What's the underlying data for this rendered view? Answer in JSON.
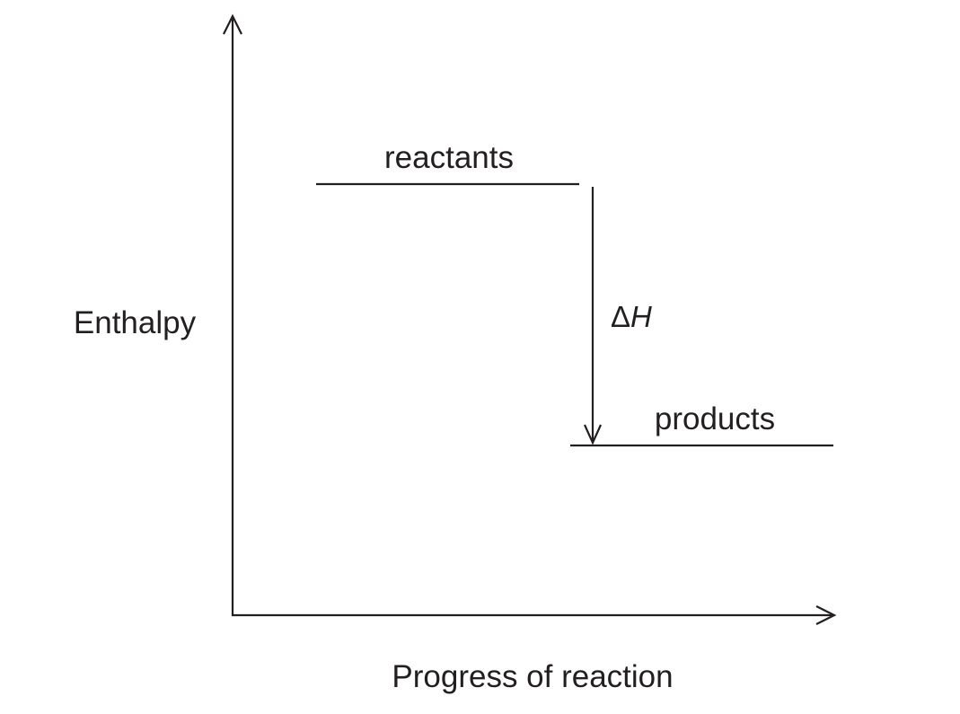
{
  "diagram": {
    "y_axis_label": "Enthalpy",
    "x_axis_label": "Progress of reaction",
    "reactants_label": "reactants",
    "products_label": "products",
    "delta_symbol": "Δ",
    "enthalpy_symbol": "H",
    "line_color": "#231f20"
  }
}
